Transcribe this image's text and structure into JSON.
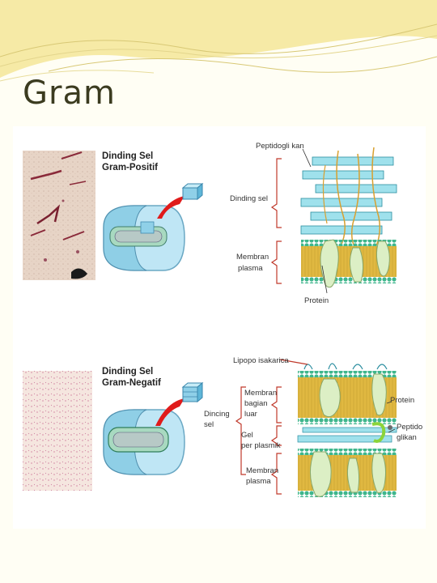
{
  "slide": {
    "title": "Gram"
  },
  "gram_positive": {
    "title_line1": "Dinding Sel",
    "title_line2": "Gram-Positif",
    "labels": {
      "peptidoglycan": "Peptidogli kan",
      "cell_wall": "Dinding sel",
      "membrane_line1": "Membran",
      "membrane_line2": "plasma",
      "protein": "Protein"
    }
  },
  "gram_negative": {
    "title_line1": "Dinding Sel",
    "title_line2": "Gram-Negatif",
    "labels": {
      "lipopoly": "Lipopo isakarica",
      "outer_line1": "Membran",
      "outer_line2": "bagian",
      "outer_line3": "luar",
      "cell_wall_line1": "Dincing",
      "cell_wall_line2": "sel",
      "gel_line1": "Gel",
      "gel_line2": "per plasmik",
      "membrane_line1": "Membran",
      "membrane_line2": "plasma",
      "protein": "Protein",
      "peptido_line1": "Peptido",
      "peptido_line2": "glikan"
    }
  },
  "colors": {
    "peptidoglycan": "#9fe1ec",
    "lipid_tail": "#e3b93a",
    "lipid_head": "#3fb68c",
    "protein": "#dcefc5",
    "pointer": "#e01b1b",
    "bracket": "#c0392b",
    "cell_body": "#bfe6f5"
  }
}
